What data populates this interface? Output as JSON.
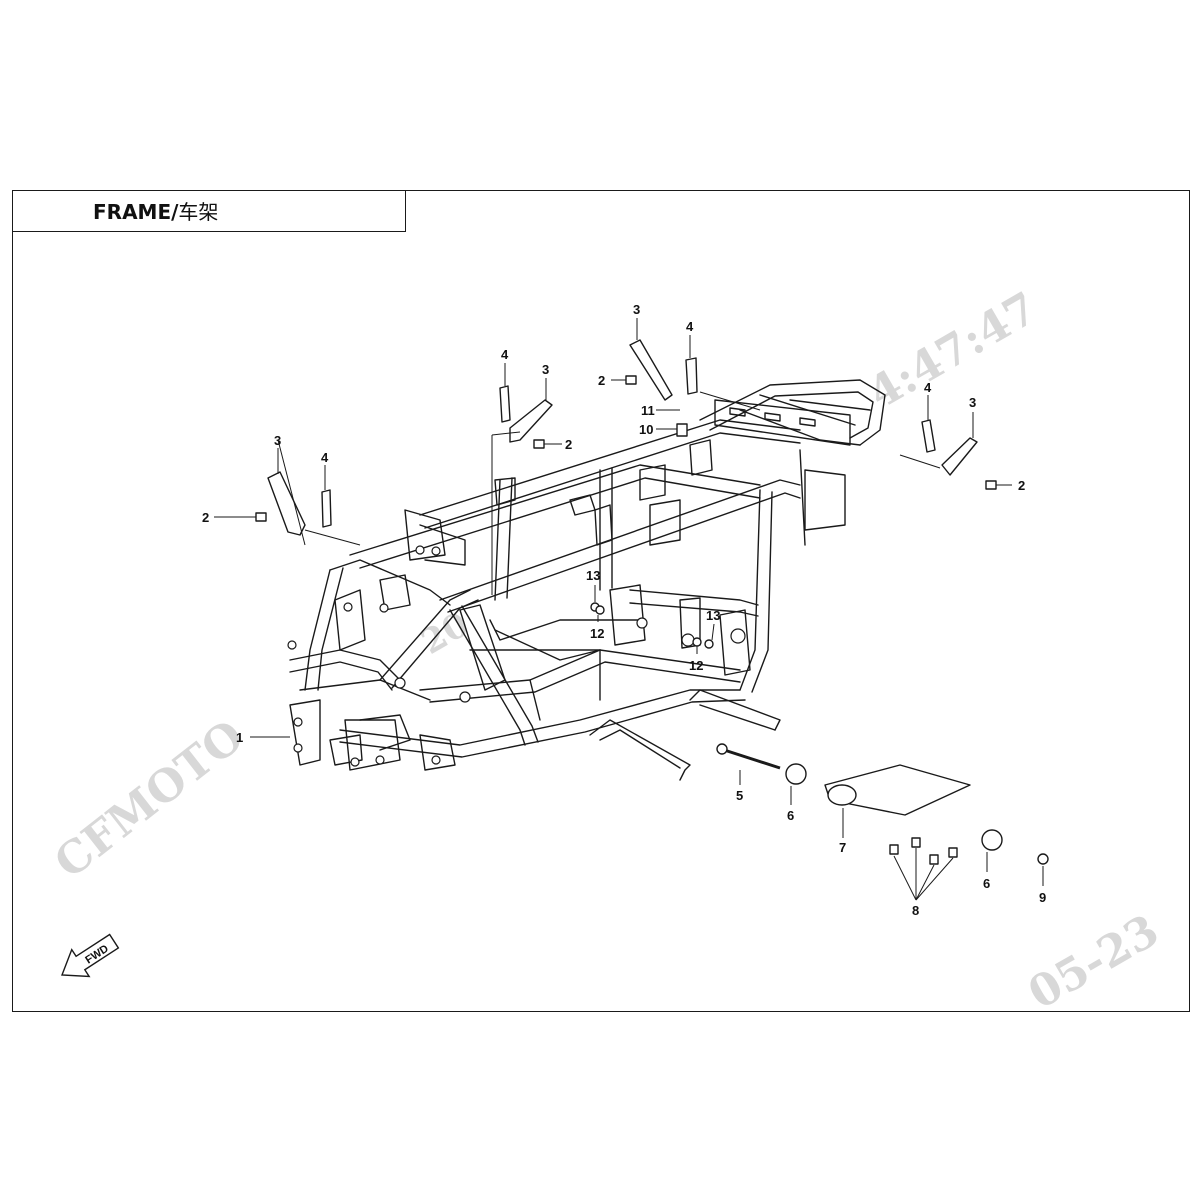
{
  "title": {
    "name": "FRAME",
    "separator": "/",
    "name_cn": "车架"
  },
  "watermark": {
    "brand": "CFMOTO",
    "stamp_a": "4:47:47",
    "stamp_b": "20",
    "stamp_c": "05-23"
  },
  "fwd_label": "FWD",
  "callouts": [
    {
      "id": "c1",
      "label": "1"
    },
    {
      "id": "c2a",
      "label": "2"
    },
    {
      "id": "c2b",
      "label": "2"
    },
    {
      "id": "c2c",
      "label": "2"
    },
    {
      "id": "c2d",
      "label": "2"
    },
    {
      "id": "c3a",
      "label": "3"
    },
    {
      "id": "c3b",
      "label": "3"
    },
    {
      "id": "c3c",
      "label": "3"
    },
    {
      "id": "c3d",
      "label": "3"
    },
    {
      "id": "c4a",
      "label": "4"
    },
    {
      "id": "c4b",
      "label": "4"
    },
    {
      "id": "c4c",
      "label": "4"
    },
    {
      "id": "c4d",
      "label": "4"
    },
    {
      "id": "c5",
      "label": "5"
    },
    {
      "id": "c6a",
      "label": "6"
    },
    {
      "id": "c6b",
      "label": "6"
    },
    {
      "id": "c7",
      "label": "7"
    },
    {
      "id": "c8",
      "label": "8"
    },
    {
      "id": "c9",
      "label": "9"
    },
    {
      "id": "c10",
      "label": "10"
    },
    {
      "id": "c11",
      "label": "11"
    },
    {
      "id": "c12a",
      "label": "12"
    },
    {
      "id": "c12b",
      "label": "12"
    },
    {
      "id": "c13a",
      "label": "13"
    },
    {
      "id": "c13b",
      "label": "13"
    }
  ],
  "colors": {
    "ink": "#1a1a1a",
    "watermark": "#d8d8d8",
    "background": "#ffffff"
  }
}
